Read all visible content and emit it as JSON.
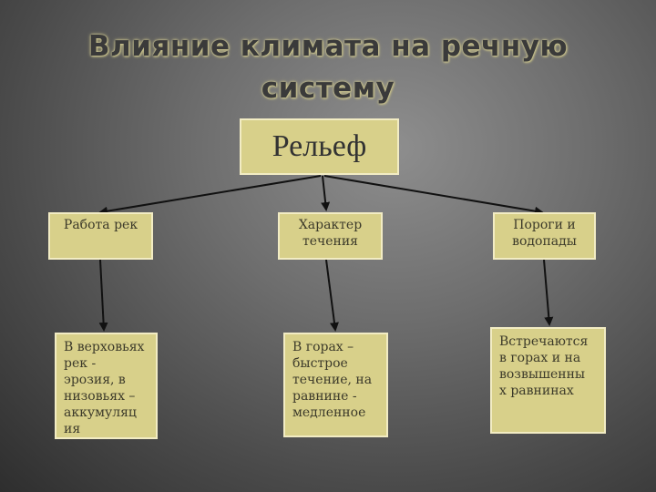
{
  "title": "Влияние климата на речную систему",
  "root": {
    "label": "Рельеф"
  },
  "categories": [
    {
      "label": "Работа рек"
    },
    {
      "label": "Характер течения"
    },
    {
      "label": "Пороги и водопады"
    }
  ],
  "details": [
    {
      "text": "В верховьях\nрек -\nэрозия, в\nнизовьях –\nаккумуляц\nия"
    },
    {
      "text": "В горах –\nбыстрое\nтечение, на\nравнине -\nмедленное"
    },
    {
      "text": "Встречаются\nв горах и на\nвозвышенны\nх равнинах"
    }
  ],
  "colors": {
    "box_fill": "#d8d08a",
    "box_border": "#f2ecc4",
    "arrow": "#111111"
  }
}
